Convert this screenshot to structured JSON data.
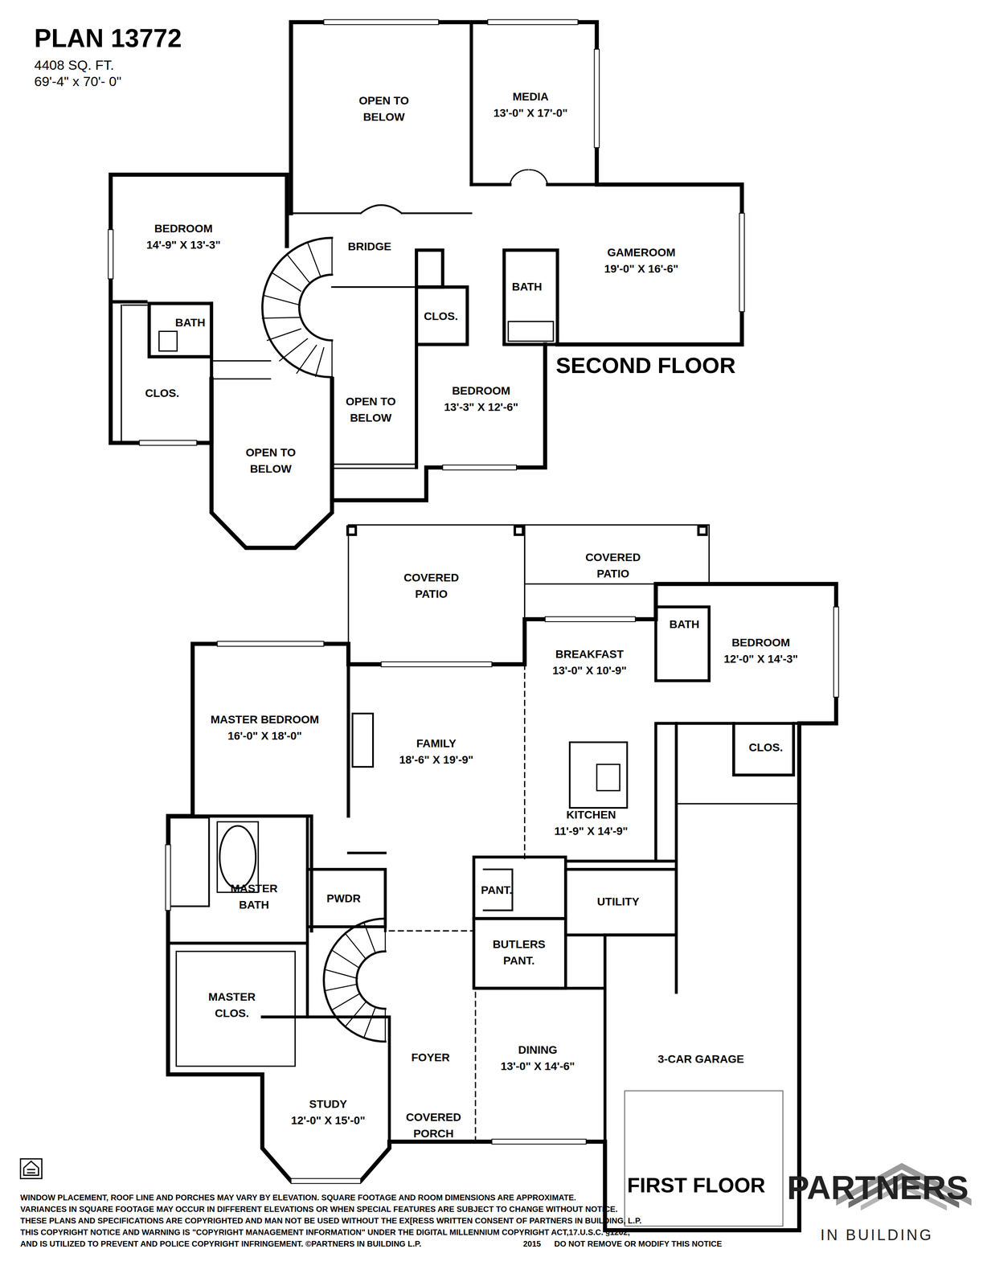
{
  "diagram": {
    "title": "PLAN 13772",
    "nodes": [
      {
        "text": [
          "OPEN TO BELOW"
        ]
      },
      {
        "text": [
          "MEDIA",
          "13'-0\" X 17'-0\""
        ]
      },
      {
        "text": [
          "BEDROOM",
          "14'-9\" X 13'-3\""
        ]
      },
      {
        "text": [
          "BRIDGE"
        ]
      },
      {
        "text": [
          "GAMEROOM",
          "19'-0\" X 16'-6\""
        ]
      },
      {
        "text": [
          "BATH"
        ]
      },
      {
        "text": [
          "BATH"
        ]
      },
      {
        "text": [
          "CLOS."
        ]
      },
      {
        "text": [
          "CLOS."
        ]
      },
      {
        "text": [
          "OPEN TO BELOW"
        ]
      },
      {
        "text": [
          "BEDROOM",
          "13'-3\" X 12'-6\""
        ]
      },
      {
        "text": [
          "OPEN TO BELOW"
        ]
      },
      {
        "text": [
          "COVERED PATIO"
        ]
      },
      {
        "text": [
          "COVERED PATIO"
        ]
      },
      {
        "text": [
          "BREAKFAST",
          "13'-0\" X 10'-9\""
        ]
      },
      {
        "text": [
          "BATH"
        ]
      },
      {
        "text": [
          "BEDROOM",
          "12'-0\" X 14'-3\""
        ]
      },
      {
        "text": [
          "MASTER BEDROOM",
          "16'-0\" X 18'-0\""
        ]
      },
      {
        "text": [
          "FAMILY",
          "18'-6\" X 19'-9\""
        ]
      },
      {
        "text": [
          "CLOS."
        ]
      },
      {
        "text": [
          "KITCHEN",
          "11'-9\" X 14'-9\""
        ]
      },
      {
        "text": [
          "MASTER BATH"
        ]
      },
      {
        "text": [
          "PWDR"
        ]
      },
      {
        "text": [
          "PANT."
        ]
      },
      {
        "text": [
          "UTILITY"
        ]
      },
      {
        "text": [
          "BUTLERS PANT."
        ]
      },
      {
        "text": [
          "MASTER CLOS."
        ]
      },
      {
        "text": [
          "FOYER"
        ]
      },
      {
        "text": [
          "DINING",
          "13'-0\" X 14'-6\""
        ]
      },
      {
        "text": [
          "3-CAR GARAGE"
        ]
      },
      {
        "text": [
          "STUDY",
          "12'-0\" X 15'-0\""
        ]
      },
      {
        "text": [
          "COVERED PORCH"
        ]
      }
    ],
    "labels": [
      "4408 SQ. FT.",
      "69'-4\" x 70'- 0\"",
      "SECOND FLOOR",
      "FIRST FLOOR",
      "WINDOW PLACEMENT, ROOF LINE AND PORCHES MAY VARY BY ELEVATION.  SQUARE FOOTAGE AND ROOM DIMENSIONS ARE APPROXIMATE.",
      "VARIANCES IN SQUARE FOOTAGE MAY OCCUR IN DIFFERENT ELEVATIONS OR  WHEN SPECIAL FEATURES ARE SUBJECT TO CHANGE WITHOUT NOTICE.",
      "THESE PLANS AND SPECIFICATIONS ARE COPYRIGHTED AND MAN NOT BE USED WITHOUT THE EX[RESS WRITTEN CONSENT OF PARTNERS IN BUILDING, L.P.",
      "THIS COPYRIGHT NOTICE AND WARNING IS \"COPYRIGHT MANAGEMENT INFORMATION\" UNDER THE DIGITAL MILLENNIUM COPYRIGHT ACT,17.U.S.C.      §1202,",
      "AND IS UTILIZED TO PREVENT AND POLICE COPYRIGHT INFRINGEMENT. ©PARTNERS IN BUILDING L.P.",
      "2015",
      "DO NOT REMOVE OR MODIFY THIS NOTICE",
      "PARTNERS",
      "IN BUILDING"
    ]
  }
}
